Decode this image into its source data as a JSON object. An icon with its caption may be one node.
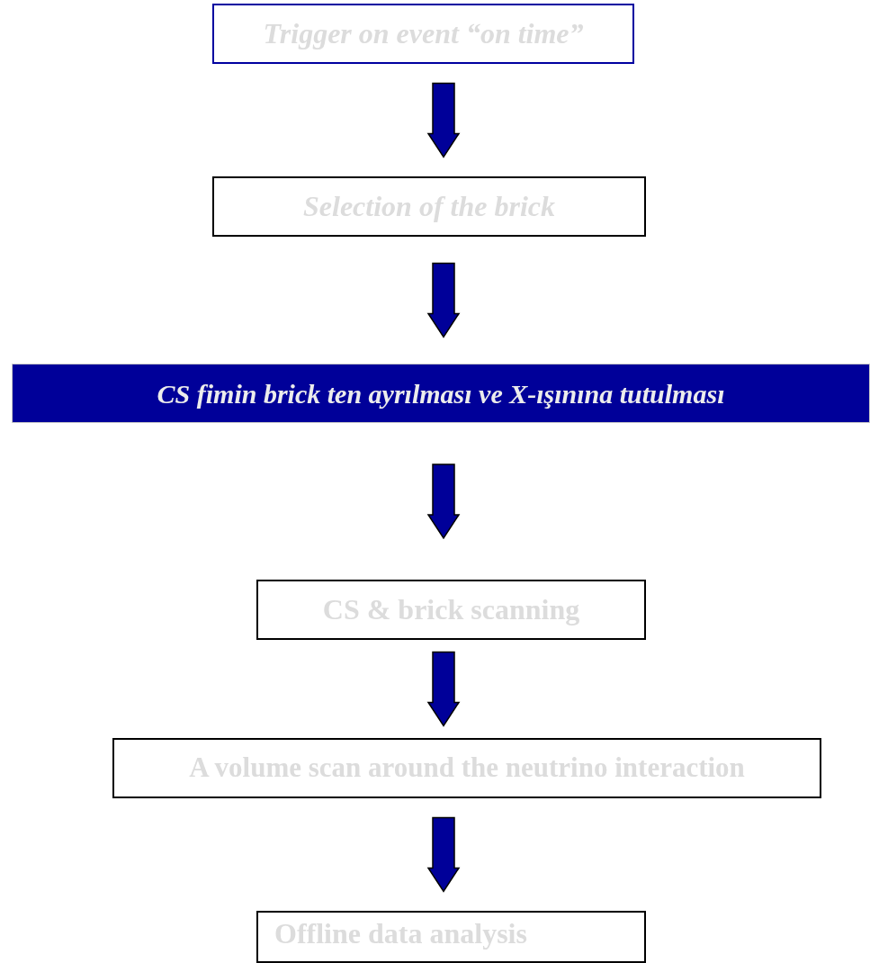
{
  "diagram": {
    "nodes": [
      {
        "text": [
          "Trigger on event “on time”"
        ]
      },
      {
        "text": [
          "Selection of the brick"
        ]
      },
      {
        "text": [
          "CS fimin brick ten ayrılması ve X-ışınına tutulması"
        ]
      },
      {
        "text": [
          "CS &  brick scanning"
        ]
      },
      {
        "text": [
          "A volume scan around the neutrino interaction"
        ]
      },
      {
        "text": [
          "Offline data analysis"
        ]
      }
    ],
    "edges": [
      {
        "from": 0,
        "to": 1,
        "arrow": "to"
      },
      {
        "from": 1,
        "to": 2,
        "arrow": "to"
      },
      {
        "from": 2,
        "to": 3,
        "arrow": "to"
      },
      {
        "from": 3,
        "to": 4,
        "arrow": "to"
      },
      {
        "from": 4,
        "to": 5,
        "arrow": "to"
      }
    ]
  }
}
